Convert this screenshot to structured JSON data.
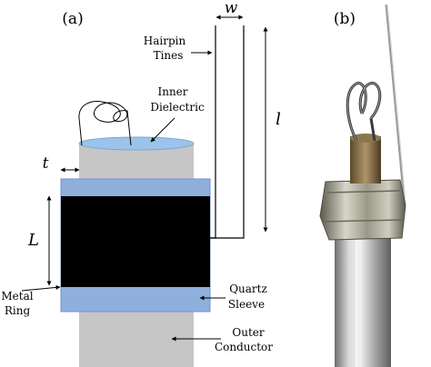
{
  "panel_a": {
    "label": "(a)",
    "dimensions": {
      "w": "w",
      "l": "l",
      "t": "t",
      "L": "L"
    },
    "labels": {
      "hairpin_tines": [
        "Hairpin",
        "Tines"
      ],
      "inner_dielectric": [
        "Inner",
        "Dielectric"
      ],
      "metal_ring": [
        "Metal",
        "Ring"
      ],
      "quartz_sleeve": [
        "Quartz",
        "Sleeve"
      ],
      "outer_conductor": [
        "Outer",
        "Conductor"
      ]
    }
  },
  "panel_b": {
    "label": "(b)"
  },
  "colors": {
    "outer_conductor": "#c6c6c6",
    "quartz_sleeve": "#8fb0dc",
    "inner_dielectric": "#9cc4ea",
    "metal_ring": "#000000"
  }
}
